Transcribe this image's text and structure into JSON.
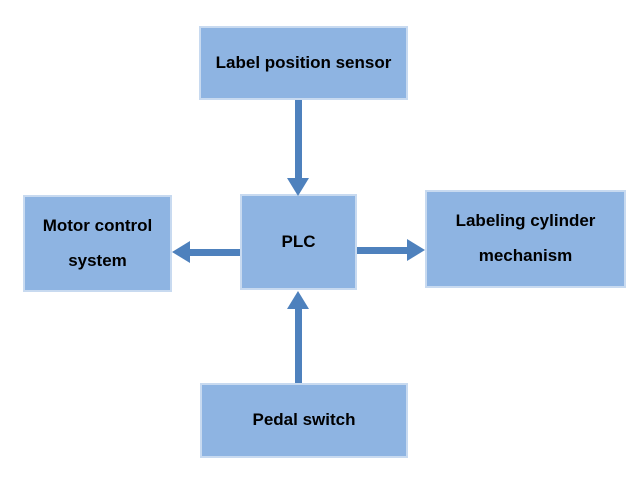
{
  "colors": {
    "canvas-bg": "#ffffff",
    "node-fill": "#8eb4e2",
    "node-border": "#c8daf0",
    "arrow": "#4e81bd",
    "text": "#000000"
  },
  "diagram": {
    "nodes": {
      "sensor": {
        "label": "Label position sensor"
      },
      "motor": {
        "label": "Motor control system"
      },
      "plc": {
        "label": "PLC"
      },
      "cylinder": {
        "label": "Labeling cylinder mechanism"
      },
      "pedal": {
        "label": "Pedal switch"
      }
    },
    "connections": [
      {
        "from": "sensor",
        "to": "plc",
        "direction": "down"
      },
      {
        "from": "plc",
        "to": "motor",
        "direction": "left"
      },
      {
        "from": "plc",
        "to": "cylinder",
        "direction": "right"
      },
      {
        "from": "pedal",
        "to": "plc",
        "direction": "up"
      }
    ]
  }
}
